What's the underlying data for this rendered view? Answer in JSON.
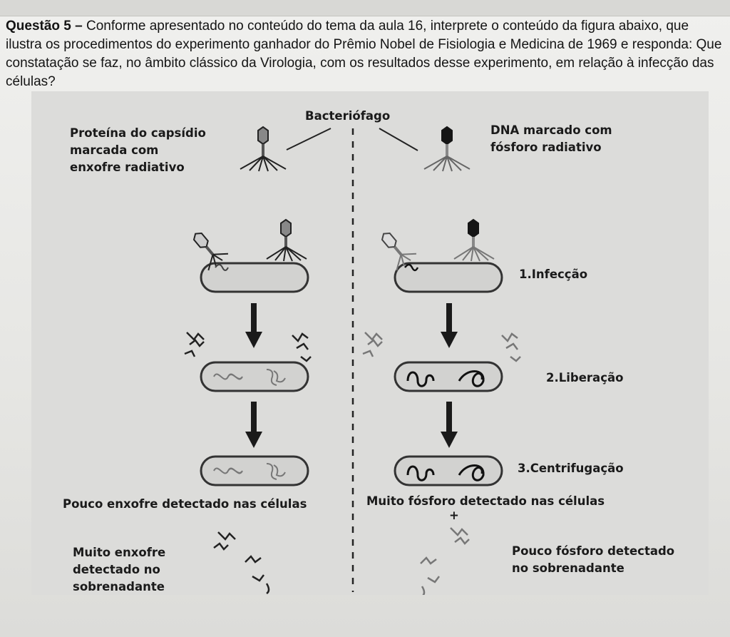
{
  "question": {
    "number_label": "Questão 5 –",
    "text": " Conforme apresentado no conteúdo do tema da aula 16, interprete o conteúdo da figura abaixo, que ilustra os procedimentos do experimento ganhador do Prêmio Nobel de Fisiologia e Medicina de 1969 e responda: Que constatação se faz, no âmbito clássico da Virologia, com os resultados desse experimento, em relação à infecção das células?"
  },
  "figure": {
    "title": "Bacteriófago",
    "left_label": [
      "Proteína do capsídio",
      "marcada com",
      "enxofre radiativo"
    ],
    "right_label": [
      "DNA marcado com",
      "fósforo radiativo"
    ],
    "steps": [
      "1.Infecção",
      "2.Liberação",
      "3.Centrifugação"
    ],
    "left_result": "Pouco enxofre detectado nas células",
    "right_result": "Muito fósforo detectado nas células",
    "plus": "+",
    "left_supernatant": [
      "Muito enxofre",
      "detectado no",
      "sobrenadante"
    ],
    "right_supernatant": [
      "Pouco fósforo detectado",
      "no sobrenadante"
    ]
  }
}
